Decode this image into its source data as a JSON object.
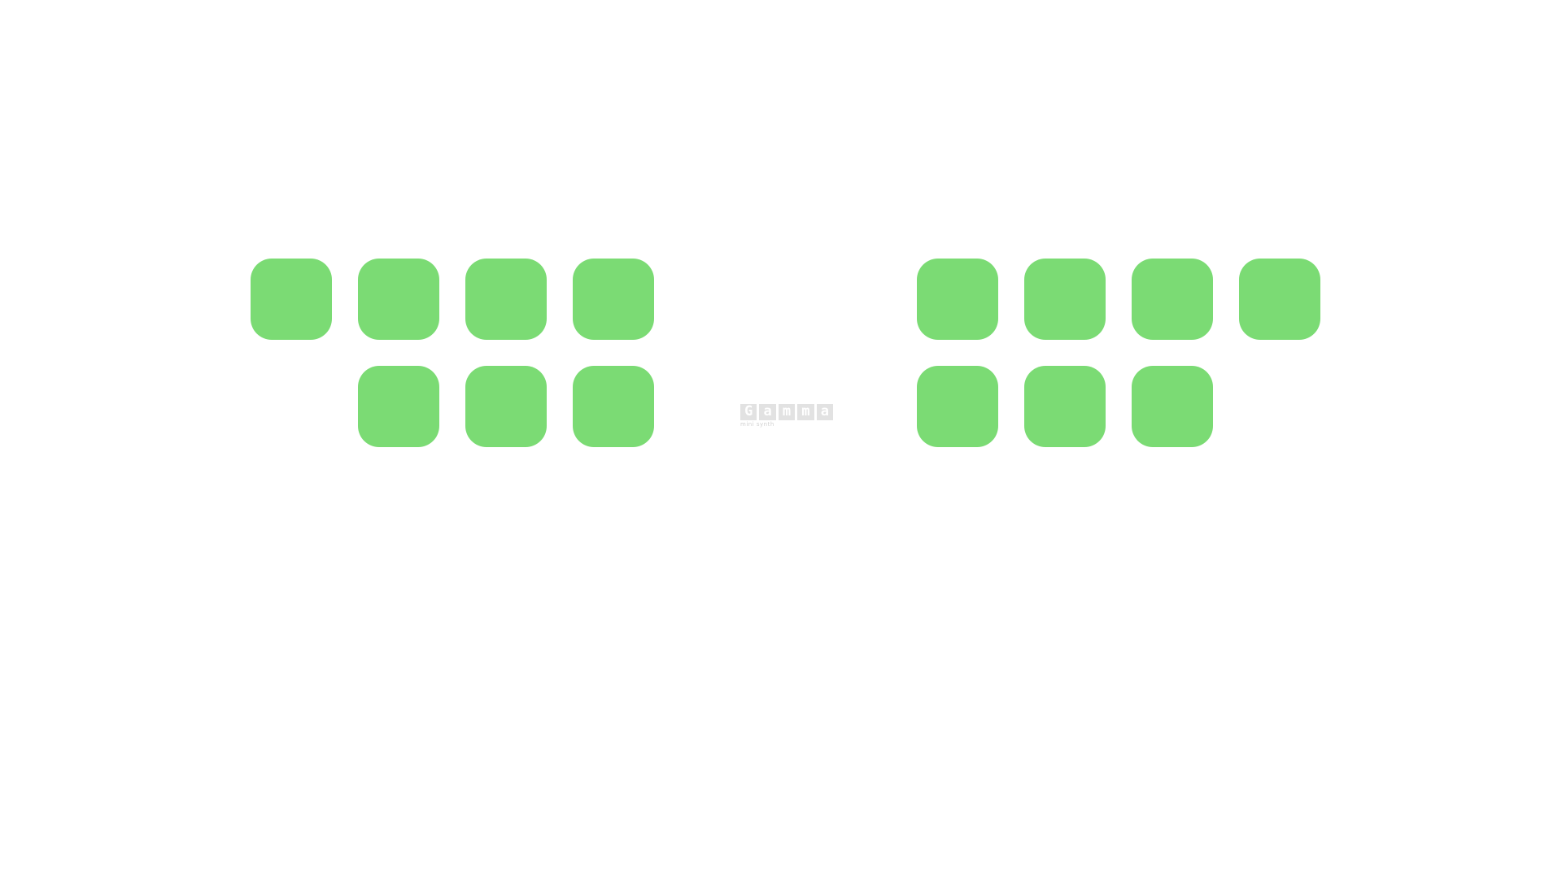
{
  "colors": {
    "background": "#ffffff",
    "pad": "#7bdb74",
    "logo_block": "#e2e2e2",
    "logo_subtitle": "#d0d0d0"
  },
  "logo": {
    "letters": [
      "G",
      "a",
      "m",
      "m",
      "a"
    ],
    "subtitle": "mini synth"
  },
  "pads": {
    "top_left": [
      "pad-1",
      "pad-2",
      "pad-3",
      "pad-4"
    ],
    "bottom_left": [
      "pad-5",
      "pad-6",
      "pad-7"
    ],
    "top_right": [
      "pad-8",
      "pad-9",
      "pad-10",
      "pad-11"
    ],
    "bottom_right": [
      "pad-12",
      "pad-13",
      "pad-14"
    ]
  }
}
